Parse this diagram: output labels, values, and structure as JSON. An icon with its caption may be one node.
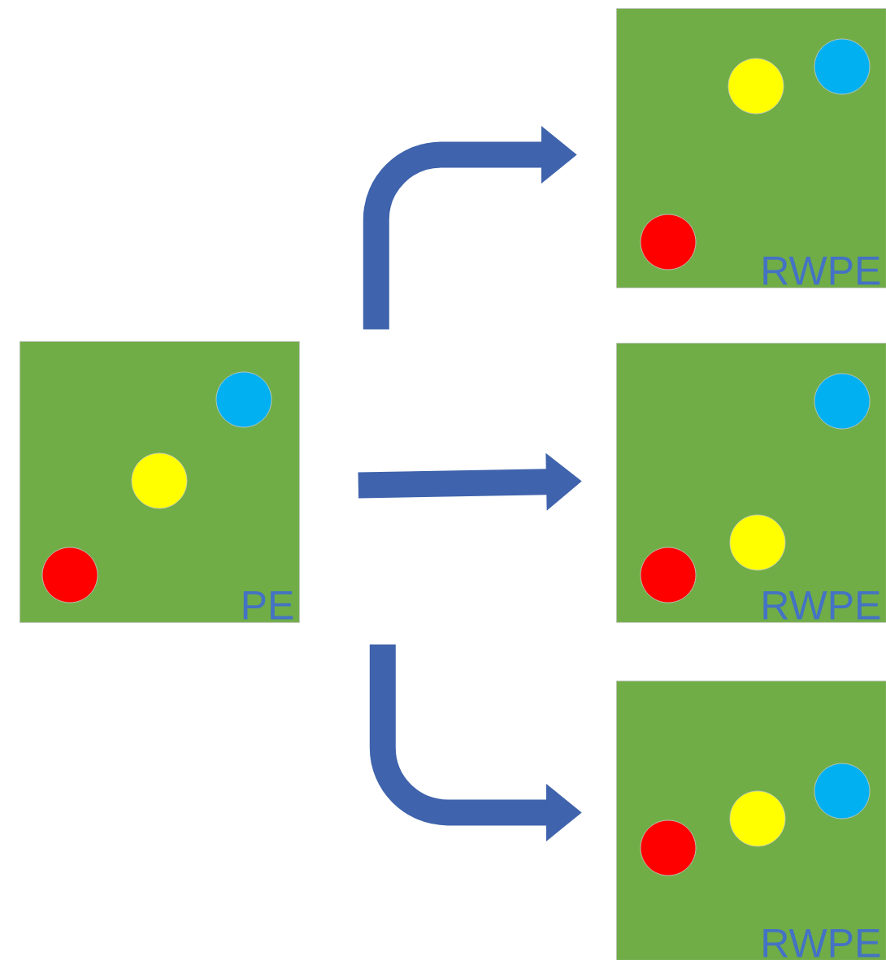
{
  "diagram": {
    "nodes": [
      {
        "text": [
          "PE"
        ]
      },
      {
        "text": [
          "RWPE"
        ]
      },
      {
        "text": [
          "RWPE"
        ]
      },
      {
        "text": [
          "RWPE"
        ]
      }
    ],
    "edges": [
      {
        "from": 0,
        "to": 1,
        "arrow": "to"
      },
      {
        "from": 0,
        "to": 2,
        "arrow": "to"
      },
      {
        "from": 0,
        "to": 3,
        "arrow": "to"
      }
    ]
  }
}
